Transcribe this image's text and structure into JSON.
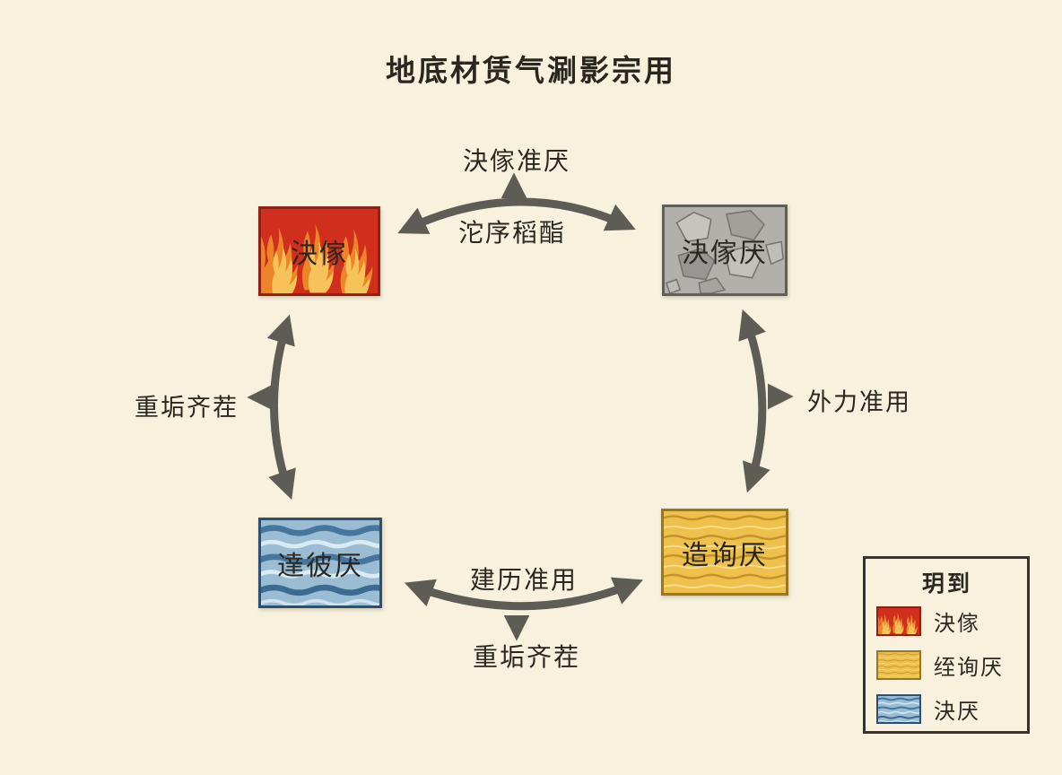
{
  "title": "地底材赁气涮影宗用",
  "nodes": {
    "magma": {
      "label": "決傢",
      "texture": "fire-magma"
    },
    "igneous": {
      "label": "決傢厌",
      "texture": "gray-crystal-rock"
    },
    "sedimentary": {
      "label": "造询厌",
      "texture": "yellow-layered-sediment"
    },
    "metamorphic": {
      "label": "達彼厌",
      "texture": "blue-wave-rock"
    }
  },
  "edge_labels": {
    "top_outer": "決傢准厌",
    "top_inner": "沱序稻酯",
    "right": "外力准用",
    "bottom_inner": "建历准用",
    "bottom_outer": "重垢齐茬",
    "left": "重垢齐茬"
  },
  "legend": {
    "title": "玥到",
    "entries": [
      {
        "texture": "fire",
        "label": "決傢"
      },
      {
        "texture": "sand",
        "label": "绖询厌"
      },
      {
        "texture": "water",
        "label": "決厌"
      }
    ]
  },
  "colors": {
    "background": "#f7f1de",
    "text": "#29271f",
    "arrow": "#5d5c55",
    "magma_red": "#cf2f1c",
    "flame_orange": "#ee8428",
    "flame_yellow": "#f6c35a",
    "rock_gray": "#b2b0ab",
    "sediment_yellow": "#eec14d",
    "sediment_line": "#c3912b",
    "water_blue": "#9abdd4",
    "water_dark": "#46759e",
    "magma_border": "#8c2114",
    "igneous_border": "#5f5e59",
    "sedimentary_border": "#9c761d",
    "metamorphic_border": "#2e4f6e",
    "legend_border": "#35332c"
  }
}
